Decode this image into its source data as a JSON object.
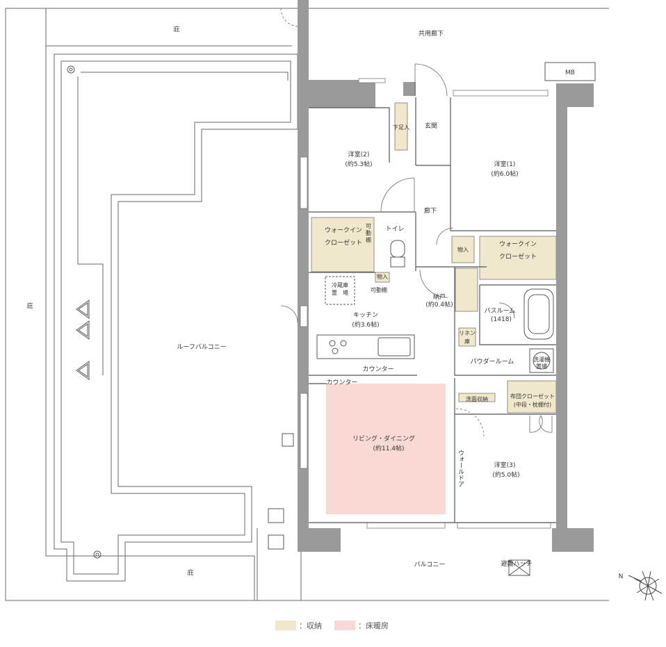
{
  "colors": {
    "storage": "#efe8cc",
    "floor_heating": "#f9d9d3",
    "wall": "#9a9a9a",
    "line": "#555555"
  },
  "rooms": {
    "eaves_top": "庇",
    "eaves_left": "庇",
    "eaves_bottom": "庇",
    "common_corridor": "共用廊下",
    "mb": "MB",
    "roof_balcony": "ルーフバルコニー",
    "western2": "洋室(2)",
    "western2_size": "(約5.3帖)",
    "entrance": "玄関",
    "shoe_box": "下足入",
    "western1": "洋室(1)",
    "western1_size": "(約6.0帖)",
    "hallway": "廊下",
    "wic_left_1": "ウォークイン",
    "wic_left_2": "クローゼット",
    "movable_shelf_1": "可",
    "movable_shelf_2": "動",
    "movable_shelf_3": "棚",
    "toilet": "トイレ",
    "storage_a": "物入",
    "wic_right_1": "ウォークイン",
    "wic_right_2": "クローゼット",
    "fridge_1": "冷蔵庫",
    "fridge_2": "置　場",
    "storage_b": "物入",
    "movable_shelf": "可動棚",
    "closet_1": "納戸",
    "closet_2": "(約0.4帖)",
    "bathroom": "バスルーム",
    "bathroom_size": "(1418)",
    "kitchen": "キッチン",
    "kitchen_size": "(約3.6帖)",
    "linen_1": "リネン",
    "linen_2": "庫",
    "powder_room": "パウダールーム",
    "washer_1": "洗濯機",
    "washer_2": "置場",
    "counter_1": "カウンター",
    "counter_2": "カウンター",
    "vanity_storage": "洗面収納",
    "futon_1": "布団クローゼット",
    "futon_2": "(中段・枕棚付)",
    "living": "リビング・ダイニング",
    "living_size": "(約11.4帖)",
    "wall_door": "ウォールドア",
    "western3": "洋室(3)",
    "western3_size": "(約5.0帖)",
    "balcony": "バルコニー",
    "escape_hatch": "避難ハッチ",
    "north": "N"
  },
  "legend": [
    {
      "label": "：収納",
      "color": "#efe8cc"
    },
    {
      "label": "：床暖房",
      "color": "#f9d9d3"
    }
  ]
}
